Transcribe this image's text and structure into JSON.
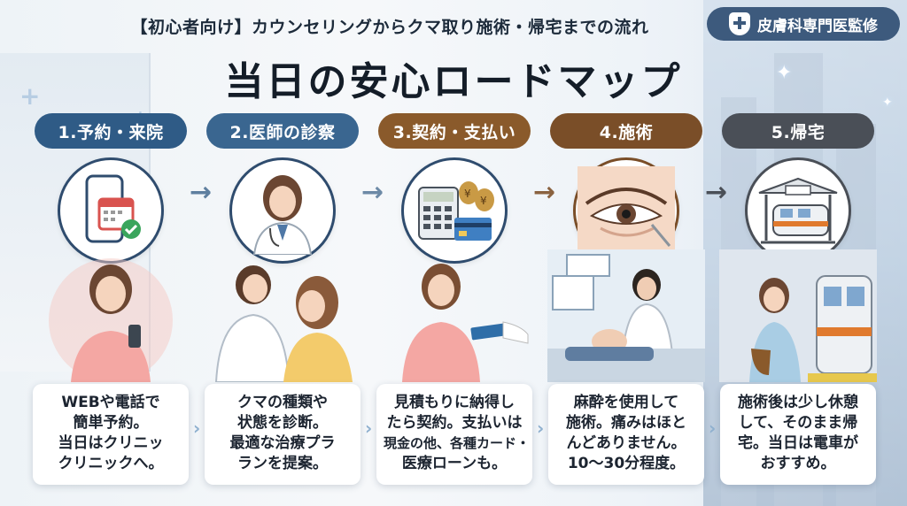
{
  "header": {
    "subtitle": "【初心者向け】カウンセリングからクマ取り施術・帰宅までの流れ",
    "title": "当日の安心ロードマップ",
    "badge": "皮膚科専門医監修"
  },
  "colors": {
    "step1": "#2f5b86",
    "step2": "#3a6690",
    "step3": "#8a5a2b",
    "step4": "#7a4e28",
    "step5": "#4a4f57",
    "arrow": "#5e7f9f"
  },
  "steps": [
    {
      "label": "1.予約・来院",
      "icon": "smartphone-calendar-icon",
      "caption": [
        "WEBや電話で",
        "簡単予約。",
        "当日はクリニッ",
        "クリニックへ。"
      ]
    },
    {
      "label": "2.医師の診察",
      "icon": "doctor-icon",
      "caption": [
        "クマの種類や",
        "状態を診断。",
        "最適な治療プラ",
        "ランを提案。"
      ]
    },
    {
      "label": "3.契約・支払い",
      "icon": "calculator-money-icon",
      "caption": [
        "見積もりに納得し",
        "たら契約。支払いは",
        "現金の他、各種カード・",
        "医療ローンも。"
      ]
    },
    {
      "label": "4.施術",
      "icon": "eye-treatment-icon",
      "caption": [
        "麻酔を使用して",
        "施術。痛みはほと",
        "んどありません。",
        "10〜30分程度。"
      ]
    },
    {
      "label": "5.帰宅",
      "icon": "train-station-icon",
      "caption": [
        "施術後は少し休憩",
        "して、そのまま帰",
        "宅。当日は電車が",
        "おすすめ。"
      ]
    }
  ]
}
